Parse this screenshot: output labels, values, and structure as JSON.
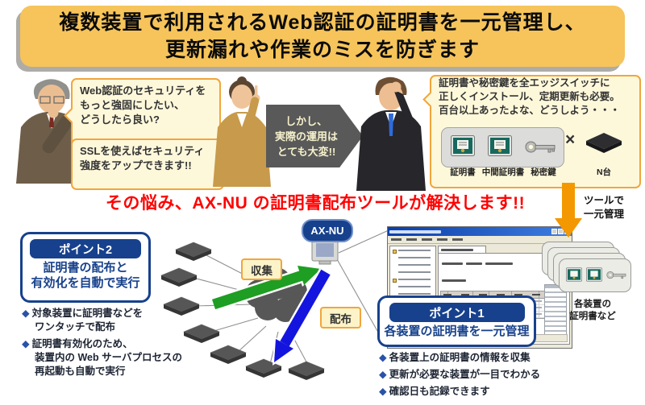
{
  "banner": {
    "line1": "複数装置で利用されるWeb認証の証明書を一元管理し、",
    "line2": "更新漏れや作業のミスを防ぎます"
  },
  "bubbles": {
    "question": {
      "l1": "Web認証のセキュリティを",
      "l2": "もっと強固にしたい、",
      "l3": "どうしたら良い?"
    },
    "answer": {
      "l1": "SSLを使えばセキュリティ",
      "l2": "強度をアップできます!!"
    },
    "however": {
      "l1": "しかし、",
      "l2": "実際の運用は",
      "l3": "とても大変!!"
    },
    "worry": {
      "l1": "証明書や秘密鍵を全エッジスイッチに",
      "l2": "正しくインストール、定期更新も必要。",
      "l3": "百台以上あったよな、どうしよう・・・"
    }
  },
  "cert_items": {
    "certificate": "証明書",
    "intermediate": "中間証明書",
    "private_key": "秘密鍵",
    "times": "×",
    "n_units": "N台"
  },
  "headline": "その悩み、AX-NU の証明書配布ツールが解決します!!",
  "tool_arrow": {
    "l1": "ツールで",
    "l2": "一元管理"
  },
  "diagram": {
    "server": "AX-NU",
    "collect": "収集",
    "distribute": "配布"
  },
  "point2": {
    "badge": "ポイント2",
    "sub1": "証明書の配布と",
    "sub2": "有効化を自動で実行",
    "bullet_char": "◆",
    "b1l1": "対象装置に証明書などを",
    "b1l2": "ワンタッチで配布",
    "b2l1": "証明書有効化のため、",
    "b2l2": "装置内の Web サーバプロセスの",
    "b2l3": "再起動も自動で実行"
  },
  "point1": {
    "badge": "ポイント1",
    "sub": "各装置の証明書を一元管理",
    "bullet_char": "◆",
    "b1": "各装置上の証明書の情報を収集",
    "b2": "更新が必要な装置が一目でわかる",
    "b3": "確認日も記録できます"
  },
  "cards_label": {
    "l1": "各装置の",
    "l2": "証明書など"
  },
  "colors": {
    "banner_yellow": "#F6C45A",
    "accent_blue": "#17418C",
    "alert_red": "#FF0000",
    "collect_green": "#1E9E23",
    "distribute_blue": "#1414DF",
    "arrow_orange": "#F39800"
  }
}
